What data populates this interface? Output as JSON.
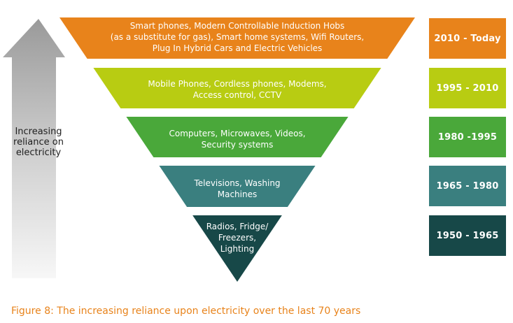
{
  "side_label": "Increasing reliance on electricity",
  "caption": "Figure 8: The increasing reliance upon electricity over the last 70 years",
  "levels": [
    {
      "lines": [
        "Smart phones, Modern Controllable Induction Hobs",
        "(as a substitute for gas), Smart home systems, Wifi Routers,",
        "Plug In Hybrid Cars and Electric Vehicles"
      ],
      "period": "2010 - Today",
      "color": "#e8831b"
    },
    {
      "lines": [
        "Mobile Phones, Cordless phones, Modems,",
        "Access control, CCTV"
      ],
      "period": "1995 - 2010",
      "color": "#b8cc12"
    },
    {
      "lines": [
        "Computers, Microwaves, Videos,",
        "Security systems"
      ],
      "period": "1980 -1995",
      "color": "#4aa83a"
    },
    {
      "lines": [
        "Televisions, Washing",
        "Machines"
      ],
      "period": "1965 - 1980",
      "color": "#3a7f7f"
    },
    {
      "lines": [
        "Radios, Fridge/",
        "Freezers,",
        "Lighting"
      ],
      "period": "1950 - 1965",
      "color": "#174848"
    }
  ]
}
